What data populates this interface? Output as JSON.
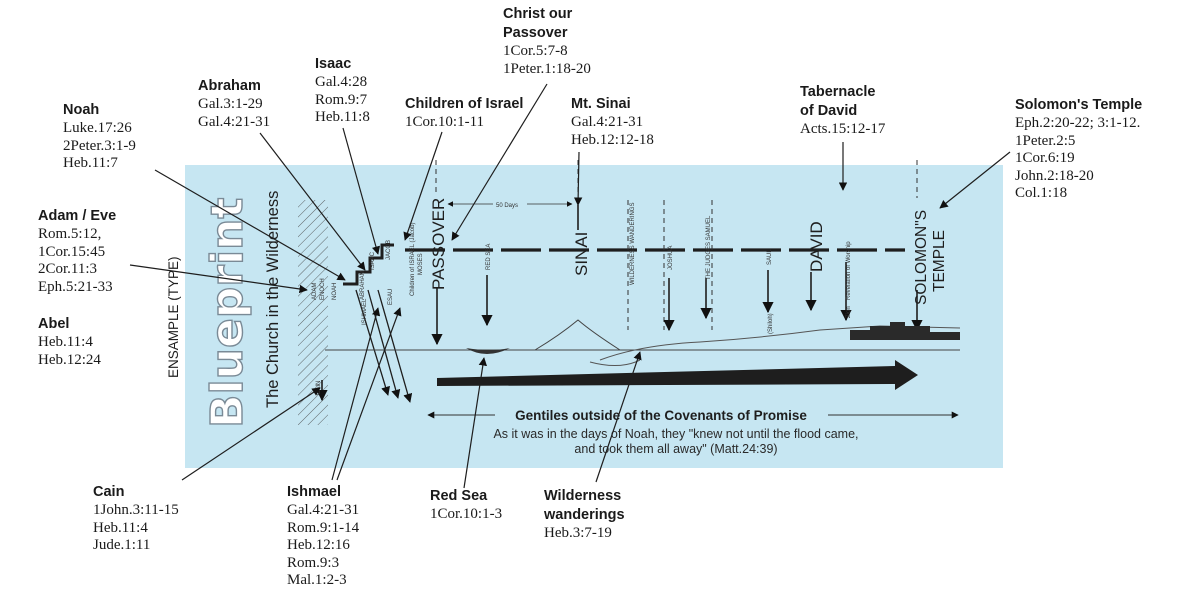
{
  "colors": {
    "panel": "#c6e6f2",
    "ink": "#1e1e1e",
    "blueprint_outline": "#7a8a96"
  },
  "panel": {
    "blueprint_word": "Blueprint",
    "ensample": "ENSAMPLE (TYPE)",
    "church": "The Church in the Wilderness",
    "passover": "PASSOVER",
    "sinai": "SINAI",
    "david": "DAVID",
    "solomons_line1": "SOLOMON\"S",
    "solomons_line2": "TEMPLE",
    "fifty_days": "50 Days",
    "gentiles": "Gentiles outside of the Covenants of Promise",
    "noah_line1": "As it was in the days of Noah, they \"knew not until the flood came,",
    "noah_line2": "and took them all away\" (Matt.24:39)",
    "small": {
      "adam": "ADAM",
      "enoch": "ENOCH",
      "noah": "NOAH",
      "abraham": "ABRAHAM",
      "isaac": "ISAAC",
      "jacob": "JACOB",
      "ishmael": "ISHMAEL",
      "esau": "ESAU",
      "cain": "CAIN",
      "children": "Children of ISRAEL (Jacob)",
      "moses": "MOSES",
      "red_sea": "RED SEA",
      "wilderness": "WILDERNESS WANDERINGS",
      "joshua": "JOSHUA",
      "judges": "THE JUDGES SAMUEL",
      "saul": "SAUL",
      "shiloh": "(Shiloh)",
      "zion": "Zion",
      "revelation": "Revelation of Worship"
    }
  },
  "labels": [
    {
      "id": "christ-passover",
      "head": [
        "Christ our",
        "Passover"
      ],
      "refs": [
        "1Cor.5:7-8",
        "1Peter.1:18-20"
      ]
    },
    {
      "id": "isaac",
      "head": [
        "Isaac"
      ],
      "refs": [
        "Gal.4:28",
        "Rom.9:7",
        "Heb.11:8"
      ]
    },
    {
      "id": "abraham",
      "head": [
        "Abraham"
      ],
      "refs": [
        "Gal.3:1-29",
        "Gal.4:21-31"
      ]
    },
    {
      "id": "children-israel",
      "head": [
        "Children of Israel"
      ],
      "refs": [
        "1Cor.10:1-11"
      ]
    },
    {
      "id": "mt-sinai",
      "head": [
        "Mt. Sinai"
      ],
      "refs": [
        "Gal.4:21-31",
        "Heb.12:12-18"
      ]
    },
    {
      "id": "tabernacle-david",
      "head": [
        "Tabernacle",
        " of David"
      ],
      "refs": [
        "Acts.15:12-17"
      ]
    },
    {
      "id": "solomons-temple",
      "head": [
        "Solomon's Temple"
      ],
      "refs": [
        "Eph.2:20-22; 3:1-12.",
        "1Peter.2:5",
        "1Cor.6:19",
        "John.2:18-20",
        "Col.1:18"
      ]
    },
    {
      "id": "noah",
      "head": [
        "Noah"
      ],
      "refs": [
        "Luke.17:26",
        "2Peter.3:1-9",
        "Heb.11:7"
      ]
    },
    {
      "id": "adam-eve",
      "head": [
        "Adam / Eve"
      ],
      "refs": [
        "Rom.5:12,",
        "1Cor.15:45",
        "2Cor.11:3",
        "Eph.5:21-33"
      ]
    },
    {
      "id": "abel",
      "head": [
        "Abel"
      ],
      "refs": [
        "Heb.11:4",
        "Heb.12:24"
      ]
    },
    {
      "id": "cain",
      "head": [
        "Cain"
      ],
      "refs": [
        "1John.3:11-15",
        "Heb.11:4",
        "Jude.1:11"
      ]
    },
    {
      "id": "ishmael",
      "head": [
        "Ishmael"
      ],
      "refs": [
        "Gal.4:21-31",
        "Rom.9:1-14",
        "Heb.12:16",
        "Rom.9:3",
        "Mal.1:2-3"
      ]
    },
    {
      "id": "red-sea",
      "head": [
        "Red Sea"
      ],
      "refs": [
        "1Cor.10:1-3"
      ]
    },
    {
      "id": "wilderness-wanderings",
      "head": [
        "Wilderness",
        "wanderings"
      ],
      "refs": [
        "Heb.3:7-19"
      ]
    }
  ]
}
